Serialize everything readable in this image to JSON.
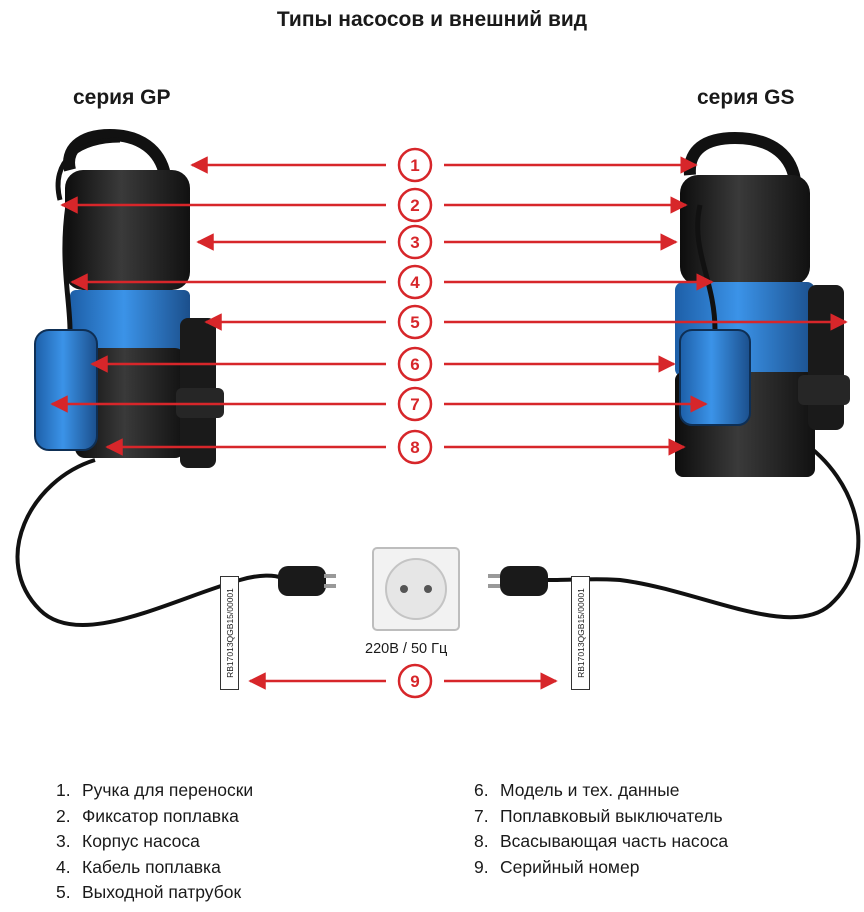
{
  "title": "Типы насосов и внешний вид",
  "series": {
    "left": "серия GP",
    "right": "серия GS"
  },
  "markers": [
    "1",
    "2",
    "3",
    "4",
    "5",
    "6",
    "7",
    "8",
    "9"
  ],
  "serial_code": "RB17013QGB15/00001",
  "voltage": "220В / 50 Гц",
  "legend": {
    "left": [
      {
        "num": "1.",
        "text": "Ручка для переноски"
      },
      {
        "num": "2.",
        "text": "Фиксатор поплавка"
      },
      {
        "num": "3.",
        "text": "Корпус насоса"
      },
      {
        "num": "4.",
        "text": "Кабель поплавка"
      },
      {
        "num": "5.",
        "text": "Выходной патрубок"
      }
    ],
    "right": [
      {
        "num": "6.",
        "text": "Модель и тех. данные"
      },
      {
        "num": "7.",
        "text": "Поплавковый выключатель"
      },
      {
        "num": "8.",
        "text": "Всасывающая часть насоса"
      },
      {
        "num": "9.",
        "text": "Серийный номер"
      }
    ]
  },
  "colors": {
    "arrow": "#d7262a",
    "pump_blue": "#2e7fd4",
    "pump_black": "#1c1c1c"
  }
}
